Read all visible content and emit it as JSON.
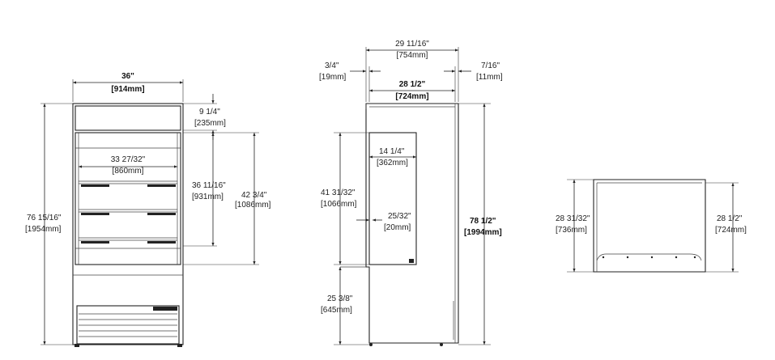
{
  "front_view": {
    "width_in": "36\"",
    "width_mm": "[914mm]",
    "canopy_in": "9 1/4\"",
    "canopy_mm": "[235mm]",
    "inner_width_in": "33 27/32\"",
    "inner_width_mm": "[860mm]",
    "opening_in": "36 11/16\"",
    "opening_mm": "[931mm]",
    "display_in": "42 3/4\"",
    "display_mm": "[1086mm]",
    "height_in": "76 15/16\"",
    "height_mm": "[1954mm]"
  },
  "side_view": {
    "overall_depth_in": "29 11/16\"",
    "overall_depth_mm": "[754mm]",
    "left_offset_in": "3/4\"",
    "left_offset_mm": "[19mm]",
    "right_offset_in": "7/16\"",
    "right_offset_mm": "[11mm]",
    "depth_in": "28 1/2\"",
    "depth_mm": "[724mm]",
    "panel_depth_in": "14 1/4\"",
    "panel_depth_mm": "[362mm]",
    "panel_height_in": "41 31/32\"",
    "panel_height_mm": "[1066mm]",
    "panel_gap_in": "25/32\"",
    "panel_gap_mm": "[20mm]",
    "base_height_in": "25 3/8\"",
    "base_height_mm": "[645mm]",
    "height_in": "78 1/2\"",
    "height_mm": "[1994mm]"
  },
  "top_view": {
    "left_in": "28 31/32\"",
    "left_mm": "[736mm]",
    "right_in": "28 1/2\"",
    "right_mm": "[724mm]"
  }
}
